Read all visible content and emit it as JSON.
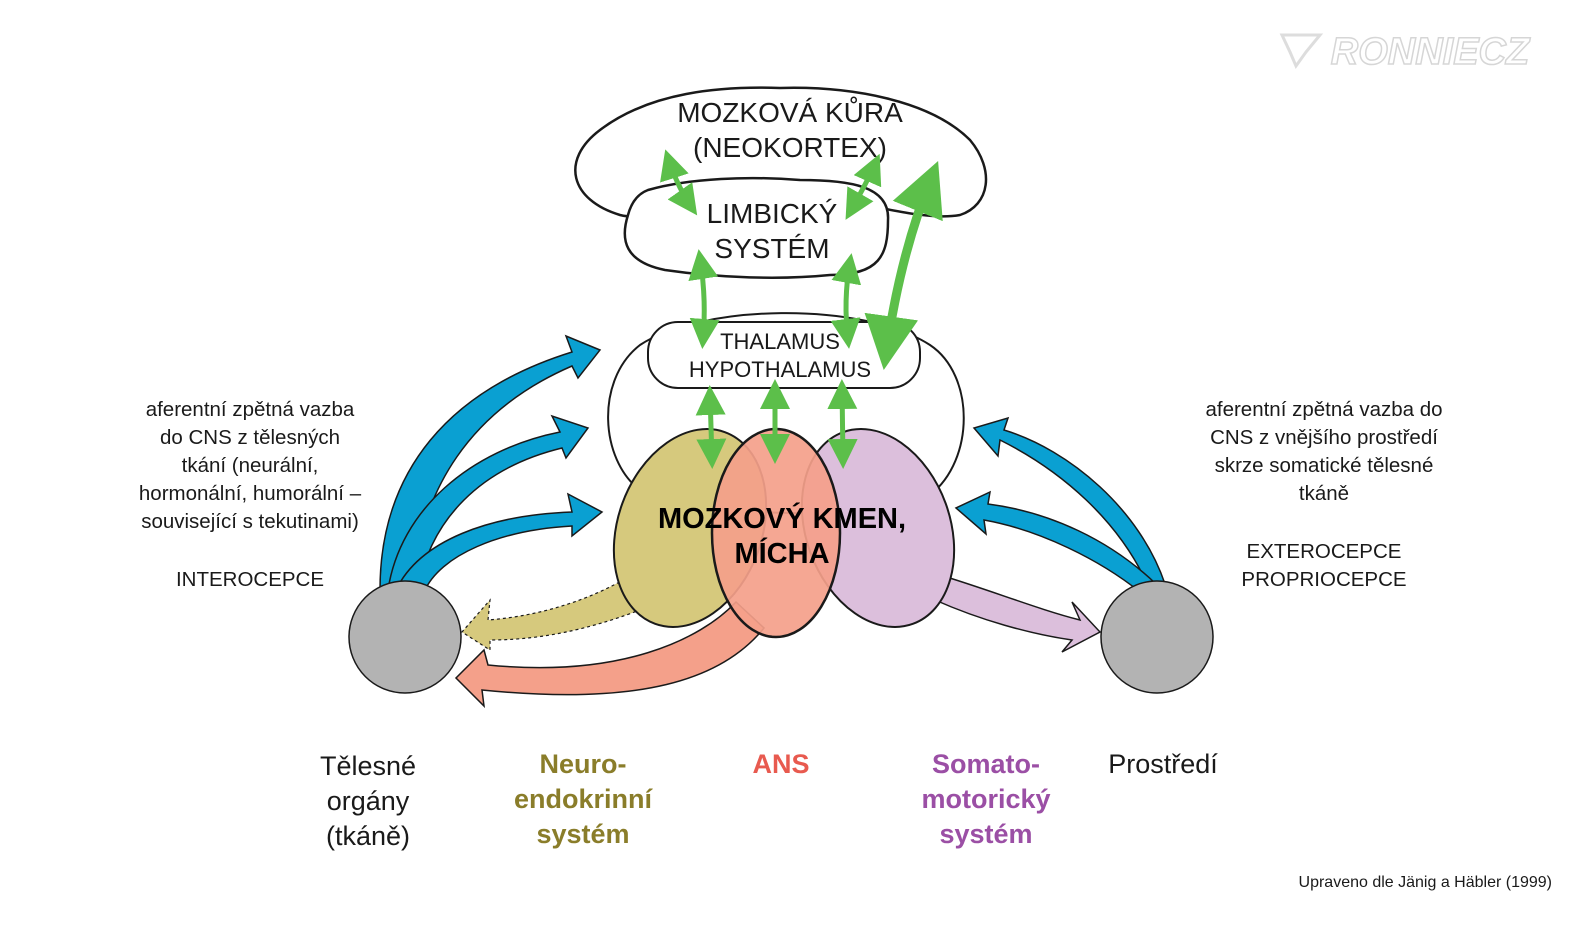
{
  "watermark": "RONNIECZ",
  "cortex": {
    "line1": "MOZKOVÁ KŮRA",
    "line2": "(NEOKORTEX)"
  },
  "limbic": {
    "line1": "LIMBICKÝ",
    "line2": "SYSTÉM"
  },
  "thalamus": {
    "line1": "THALAMUS",
    "line2": "HYPOTHALAMUS"
  },
  "brainstem": {
    "line1": "MOZKOVÝ KMEN,",
    "line2": "MÍCHA"
  },
  "left_text": {
    "lines": [
      "aferentní zpětná vazba",
      "do CNS z tělesných",
      "tkání (neurální,",
      "hormonální, humorální –",
      "související s tekutinami)"
    ],
    "label": "INTEROCEPCE"
  },
  "right_text": {
    "lines": [
      "aferentní zpětná vazba do",
      "CNS z vnějšího prostředí",
      "skrze somatické tělesné",
      "tkáně"
    ],
    "label1": "EXTEROCEPCE",
    "label2": "PROPRIOCEPCE"
  },
  "bottom": {
    "body_organs": [
      "Tělesné",
      "orgány",
      "(tkáně)"
    ],
    "neuroendocrine": [
      "Neuro-",
      "endokrinní",
      "systém"
    ],
    "ans": "ANS",
    "somatomotor": [
      "Somato-",
      "motorický",
      "systém"
    ],
    "environment": "Prostředí"
  },
  "source": "Upraveno dle Jänig a Häbler (1999)",
  "colors": {
    "neuroendocrine": "#d6c97d",
    "ans": "#f4a08a",
    "somatomotor": "#dcbfdc",
    "afferent": "#0aa0d2",
    "green_arrows": "#5cbf4a",
    "circles": "#b3b3b3",
    "neuro_text": "#8a7d2a",
    "ans_text": "#e85a4f",
    "somato_text": "#9b4fa5"
  }
}
